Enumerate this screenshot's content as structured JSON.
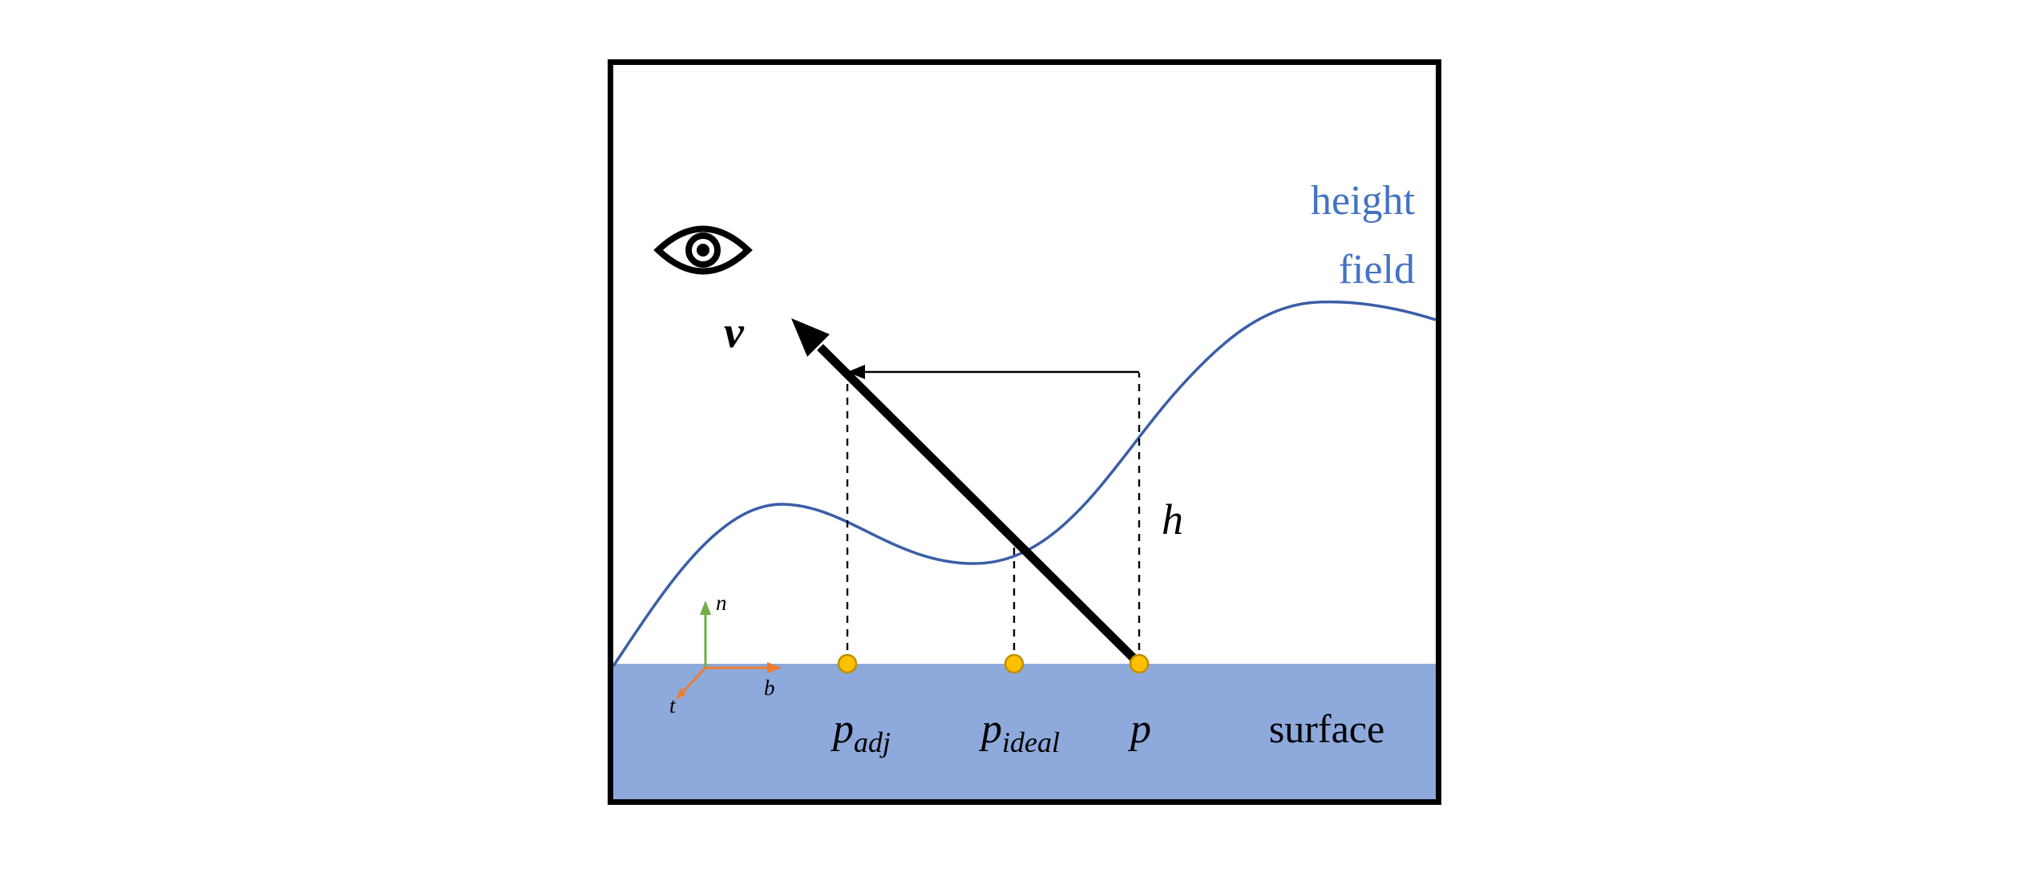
{
  "figure": {
    "view_vector_label": "v",
    "height_label": "h",
    "height_field_label_line1": "height",
    "height_field_label_line2": "field",
    "surface_label": "surface",
    "points": {
      "p_adj": {
        "base": "p",
        "sub": "adj"
      },
      "p_ideal": {
        "base": "p",
        "sub": "ideal"
      },
      "p": {
        "base": "p"
      }
    },
    "axes": {
      "n": "n",
      "b": "b",
      "t": "t"
    },
    "colors": {
      "height_field_curve": "#3b5ea6",
      "height_field_text": "#4472c4",
      "surface_fill": "#8ea9db",
      "point_fill": "#ffc000",
      "point_stroke": "#bf8f00",
      "axis_n": "#70ad47",
      "axis_b": "#ed7d31",
      "axis_t": "#ed7d31",
      "ink": "#000000"
    }
  }
}
